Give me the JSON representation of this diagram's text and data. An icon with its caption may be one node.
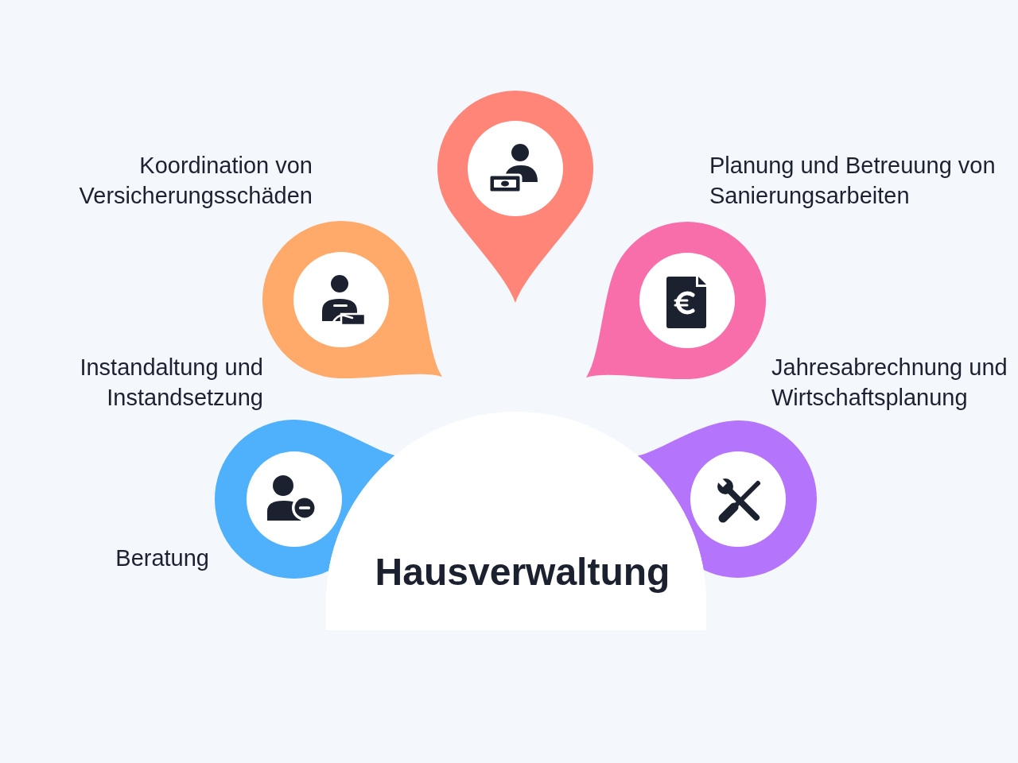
{
  "diagram": {
    "nodes": [
      {
        "text": [],
        "shape": "pin"
      },
      {
        "text": [],
        "shape": "pin"
      },
      {
        "text": [],
        "shape": "pin"
      },
      {
        "text": [],
        "shape": "pin"
      },
      {
        "text": [],
        "shape": "pin"
      },
      {
        "text": [
          "Hausverwaltung"
        ]
      }
    ],
    "labels": [
      "Koordination von Versicherungsschäden",
      "Planung und Betreuung von Sanierungsarbeiten",
      "Instandaltung und Instandsetzung",
      "Jahresabrechnung und Wirtschaftsplanung",
      "Beratung"
    ]
  }
}
